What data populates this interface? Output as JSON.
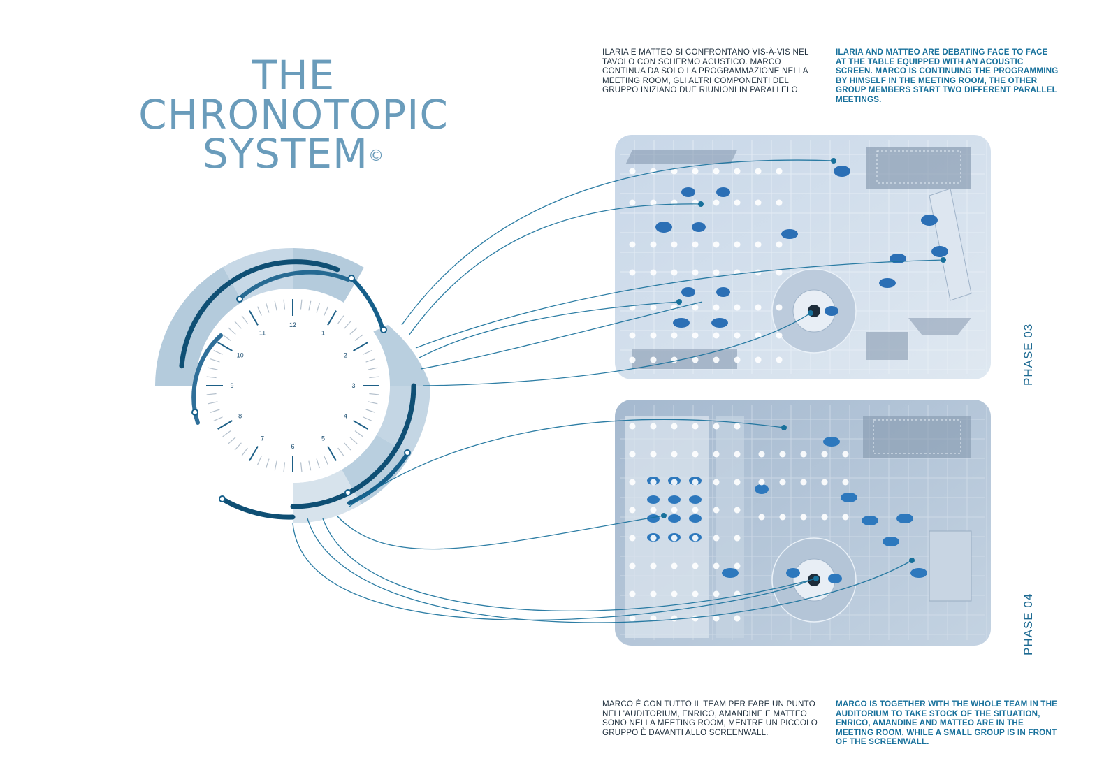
{
  "title": {
    "line1": "THE",
    "line2": "CHRONOTOPIC",
    "line3": "SYSTEM",
    "mark": "©"
  },
  "phases": [
    {
      "label": "PHASE 03",
      "text_it": "ILARIA E MATTEO SI CONFRONTANO VIS-À-VIS NEL TAVOLO CON SCHERMO ACUSTICO. MARCO CONTINUA DA SOLO LA PROGRAMMAZIONE NELLA MEETING ROOM, GLI ALTRI COMPONENTI DEL GRUPPO INIZIANO DUE RIUNIONI IN PARALLELO.",
      "text_en": "ILARIA AND MATTEO ARE DEBATING FACE TO FACE AT THE TABLE EQUIPPED WITH AN ACOUSTIC SCREEN. MARCO IS CONTINUING THE PROGRAMMING BY HIMSELF IN THE MEETING ROOM, THE OTHER GROUP MEMBERS START TWO DIFFERENT PARALLEL MEETINGS."
    },
    {
      "label": "PHASE 04",
      "text_it": "MARCO È CON TUTTO IL TEAM PER FARE UN PUNTO NELL'AUDITORIUM, ENRICO, AMANDINE E MATTEO SONO NELLA MEETING ROOM, MENTRE UN PICCOLO GRUPPO È DAVANTI ALLO SCREENWALL.",
      "text_en": "MARCO IS TOGETHER WITH THE WHOLE TEAM IN THE AUDITORIUM TO TAKE STOCK OF THE SITUATION, ENRICO, AMANDINE AND MATTEO ARE IN THE MEETING ROOM, WHILE A SMALL GROUP IS IN FRONT OF THE SCREENWALL."
    }
  ],
  "clock": {
    "hours": [
      "12",
      "1",
      "2",
      "3",
      "4",
      "5",
      "6",
      "7",
      "8",
      "9",
      "10",
      "11"
    ]
  },
  "colors": {
    "title": "#6a9cbb",
    "accent": "#17709b",
    "dark": "#0f4f74",
    "plan_light": "#cfdcea",
    "plan_dark": "#a9bdd3"
  }
}
